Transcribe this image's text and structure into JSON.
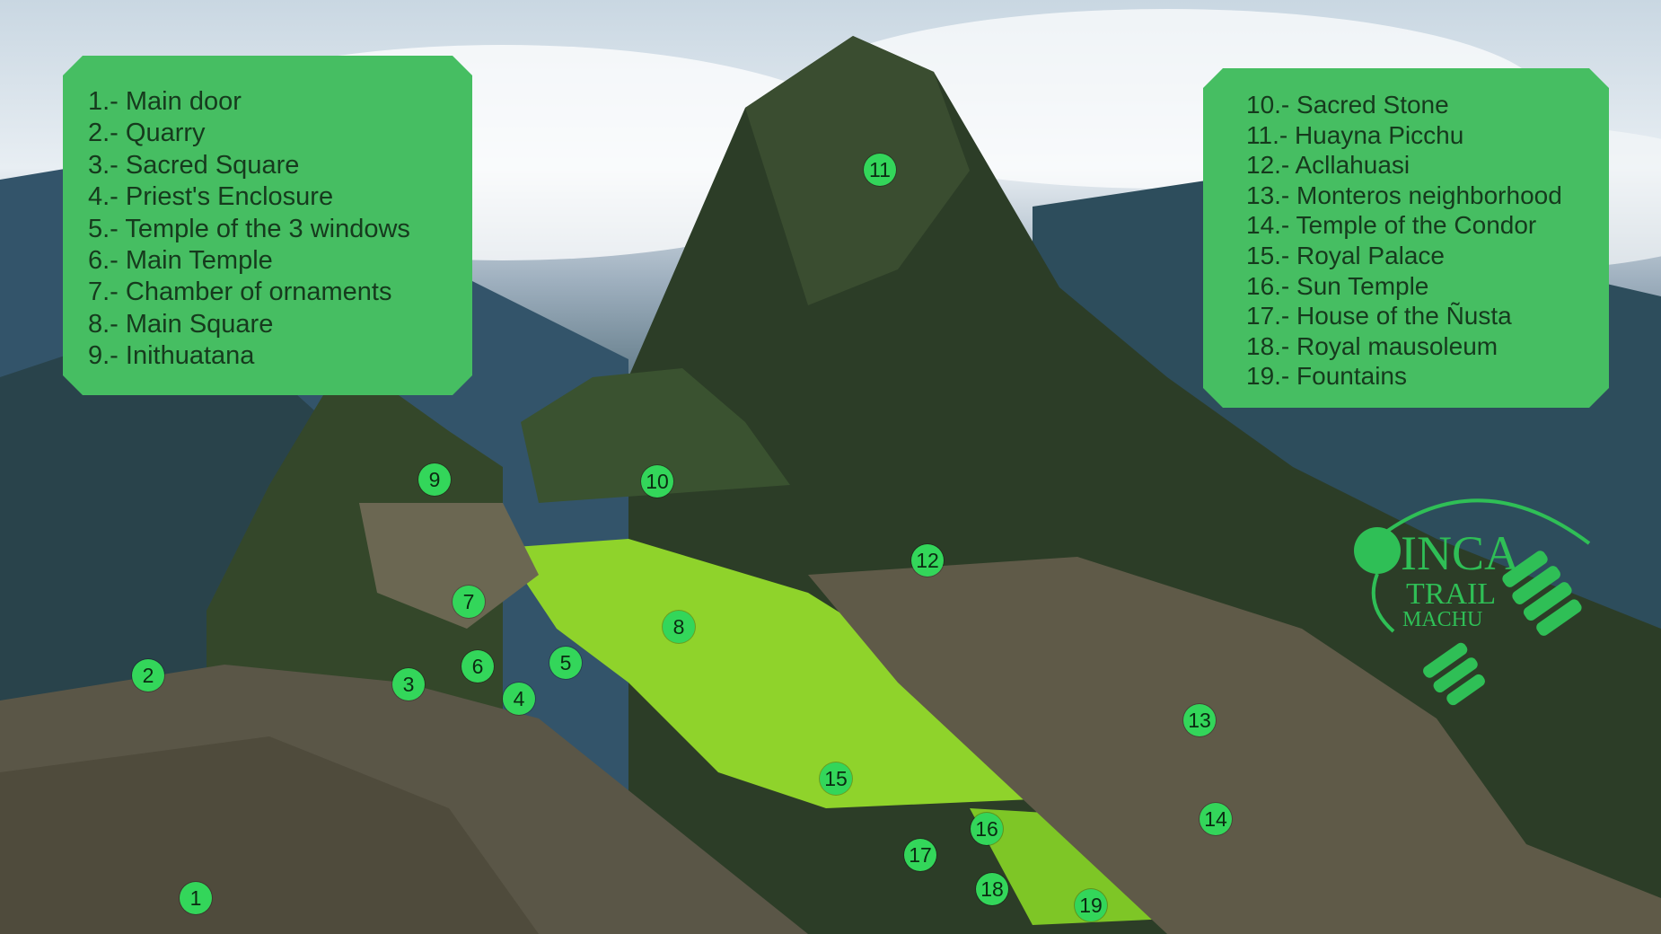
{
  "legend_left": [
    "1.- Main door",
    "2.- Quarry",
    "3.- Sacred Square",
    "4.- Priest's Enclosure",
    "5.- Temple of the 3 windows",
    "6.- Main Temple",
    "7.- Chamber of ornaments",
    "8.- Main Square",
    "9.- Inithuatana"
  ],
  "legend_right": [
    "10.- Sacred Stone",
    "11.- Huayna Picchu",
    "12.- Acllahuasi",
    "13.- Monteros neighborhood",
    "14.- Temple of the Condor",
    "15.- Royal Palace",
    "16.- Sun Temple",
    "17.- House of the Ñusta",
    "18.- Royal mausoleum",
    "19.- Fountains"
  ],
  "markers": [
    "1",
    "2",
    "3",
    "4",
    "5",
    "6",
    "7",
    "8",
    "9",
    "10",
    "11",
    "12",
    "13",
    "14",
    "15",
    "16",
    "17",
    "18",
    "19"
  ],
  "logo": {
    "line1": "INCA",
    "line2": "TRAIL",
    "line3": "MACHU"
  },
  "colors": {
    "legend_bg": "#46be62",
    "marker": "#33d65a",
    "logo": "#2fbf56"
  }
}
